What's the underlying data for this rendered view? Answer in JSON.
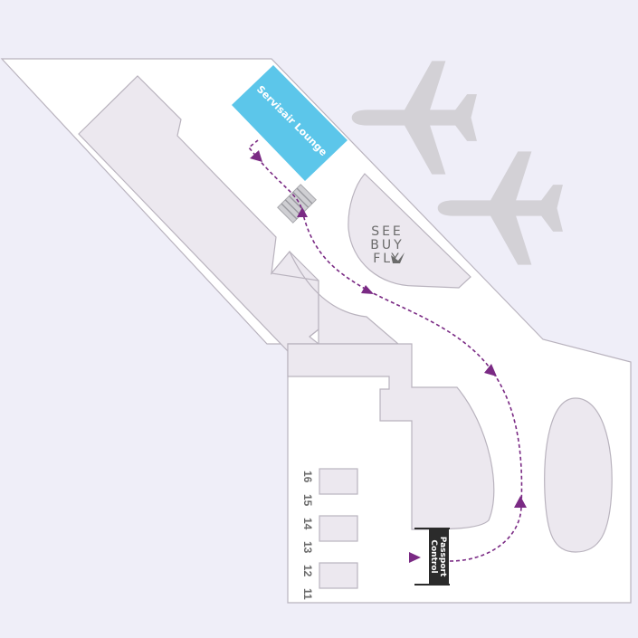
{
  "colors": {
    "background": "#efeef8",
    "floor": "#ffffff",
    "block": "#ece8ef",
    "block_stroke": "#b9b3be",
    "lounge": "#5cc6ea",
    "route": "#7a2a84",
    "airplane": "#d3d1d6",
    "passport_box": "#2b2b2b",
    "text_gray": "#6b6b6b"
  },
  "lounge": {
    "label": "Servisair Lounge"
  },
  "passport": {
    "line1": "Passport",
    "line2": "Control"
  },
  "shop": {
    "line1": "SEE",
    "line2": "BUY",
    "line3": "FLY"
  },
  "gates": [
    "16",
    "15",
    "14",
    "13",
    "12",
    "11"
  ],
  "icons": {
    "airplane": "airplane-icon",
    "bird": "bird-icon",
    "escalator": "escalator-icon",
    "arrow": "arrow-icon"
  }
}
